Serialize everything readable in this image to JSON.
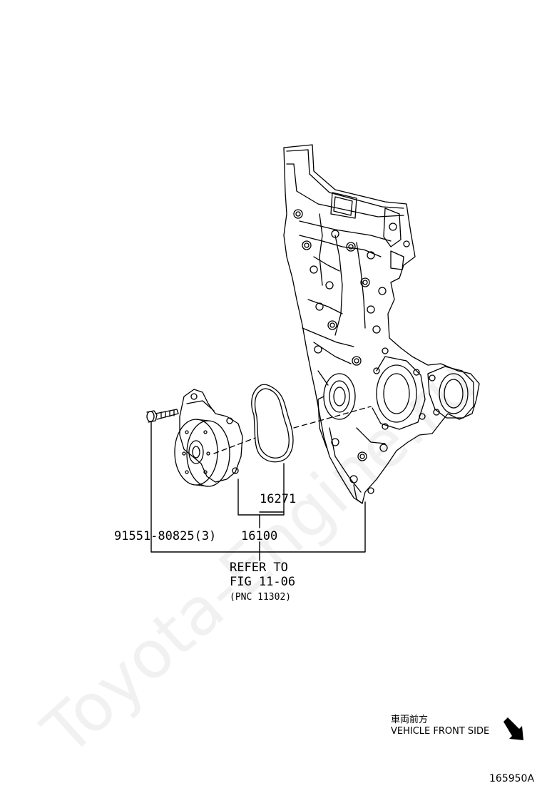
{
  "watermark": "Toyota-Engine.ru",
  "parts": {
    "gasket": "16271",
    "water_pump": "16100",
    "bolt": "91551-80825(3)"
  },
  "refer": {
    "line1": "REFER TO",
    "line2": "FIG 11-06",
    "line3": "(PNC 11302)"
  },
  "orientation": {
    "japanese": "車両前方",
    "english": "VEHICLE FRONT SIDE",
    "icon": "arrow-down-right-icon"
  },
  "figure_id": "165950A"
}
